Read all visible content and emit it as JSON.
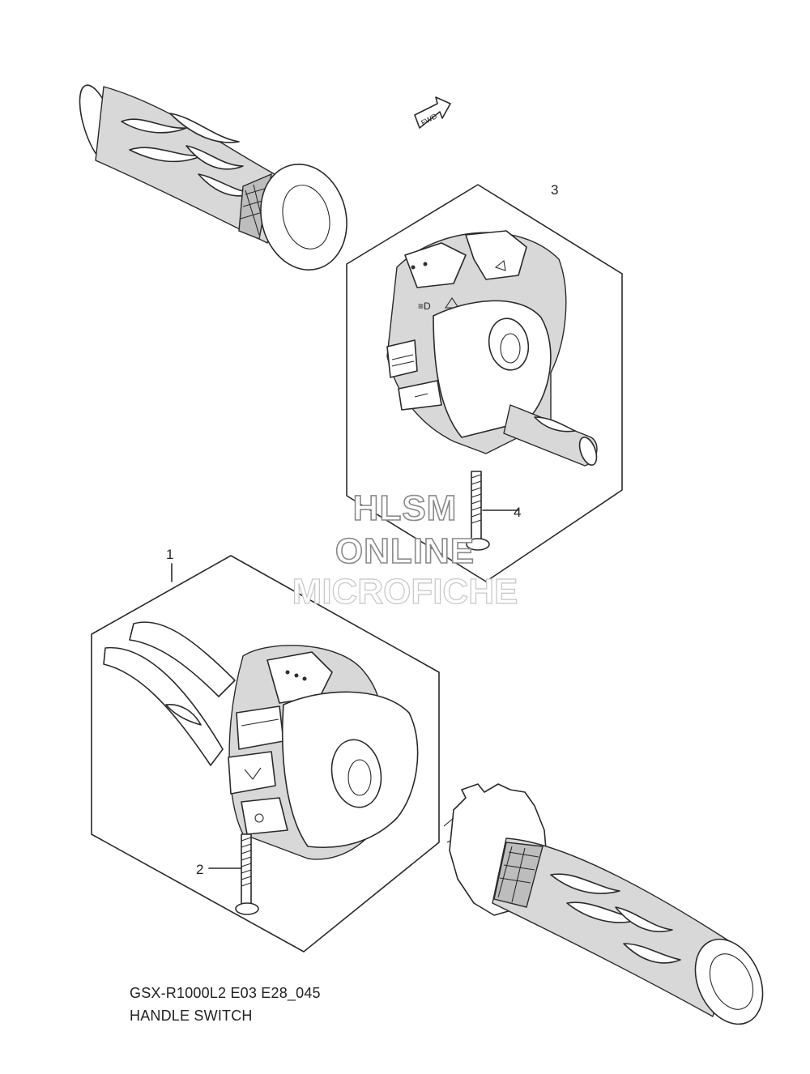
{
  "diagram": {
    "callouts": {
      "c1": "1",
      "c2": "2",
      "c3": "3",
      "c4": "4"
    },
    "arrow_label": "FWD"
  },
  "watermark": {
    "line1": "HLSM",
    "line2": "ONLINE",
    "line3": "MICROFICHE"
  },
  "caption": {
    "model": "GSX-R1000L2 E03 E28_045",
    "title": "HANDLE SWITCH"
  }
}
